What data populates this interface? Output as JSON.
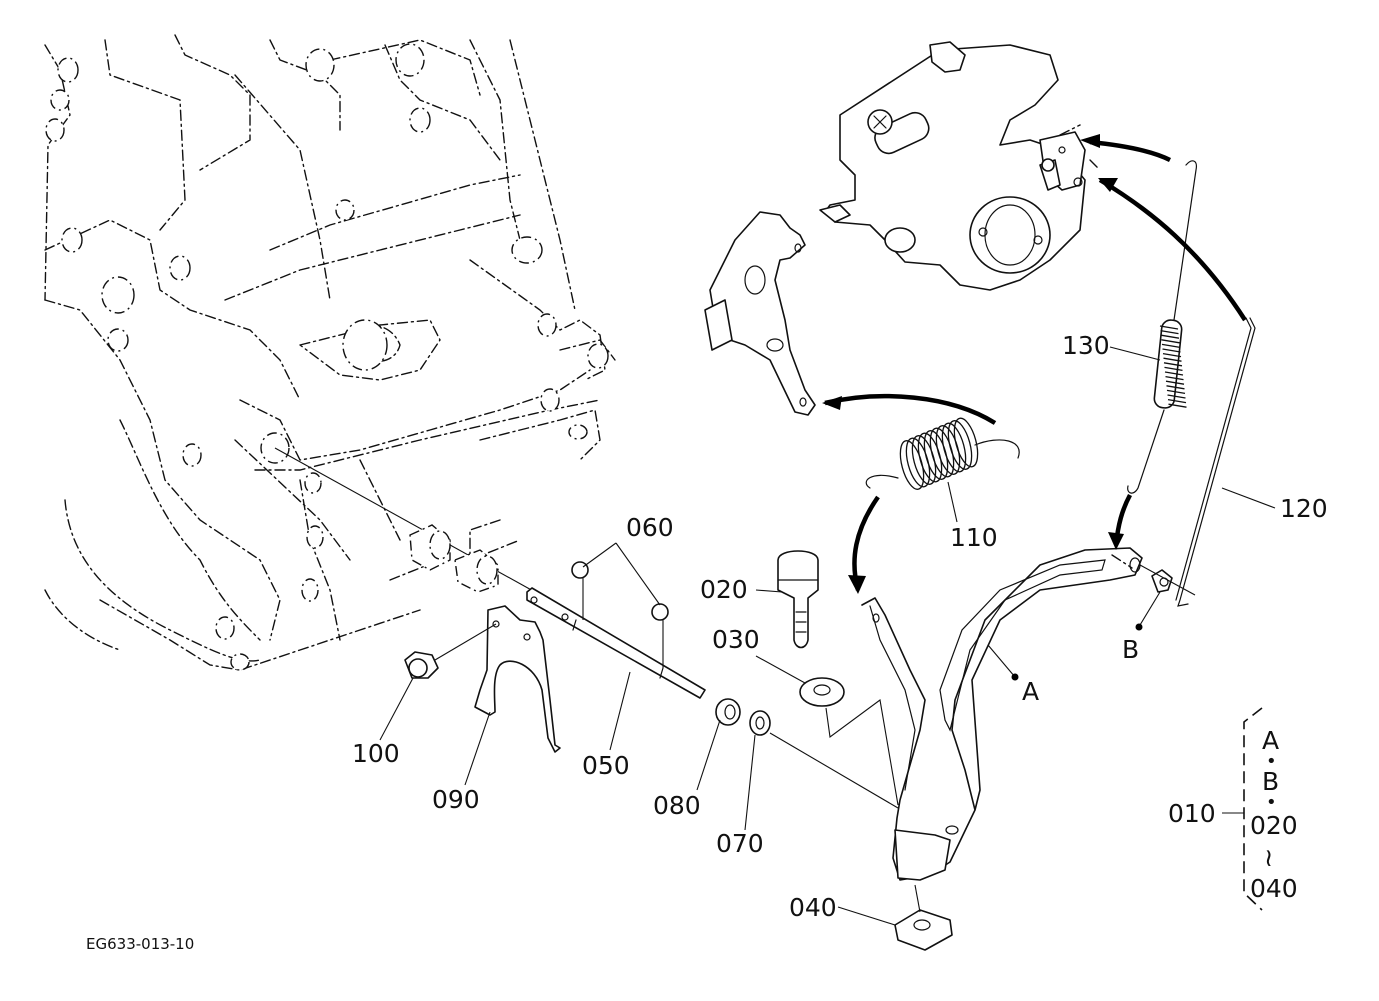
{
  "diagram": {
    "drawing_code": "EG633-013-10",
    "callouts": {
      "p010": "010",
      "p020": "020",
      "p030": "030",
      "p040": "040",
      "p050": "050",
      "p060": "060",
      "p070": "070",
      "p080": "080",
      "p090": "090",
      "p100": "100",
      "p110": "110",
      "p120": "120",
      "p130": "130"
    },
    "reference_points": {
      "a": "A",
      "b": "B"
    },
    "assembly_group": {
      "label": "010",
      "members": [
        "A",
        "•",
        "B",
        "•",
        "020",
        "≀",
        "040"
      ]
    }
  }
}
